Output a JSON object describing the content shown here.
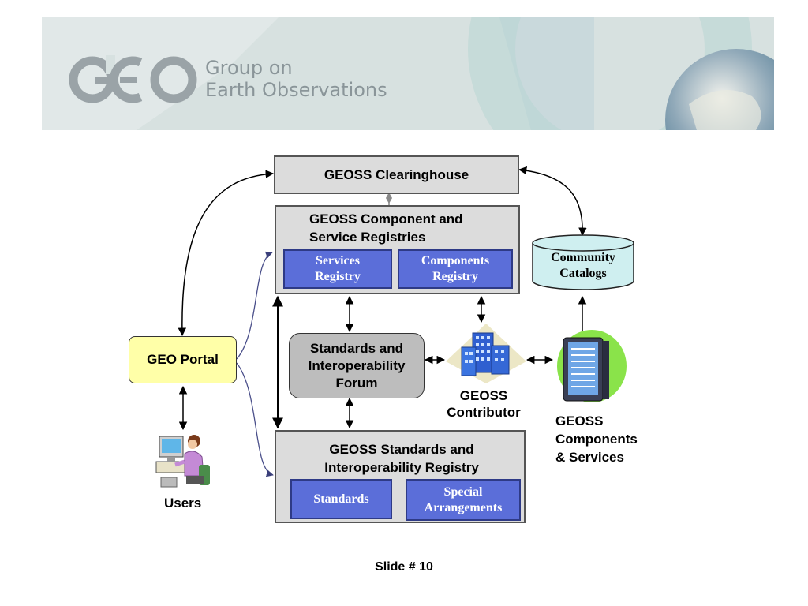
{
  "banner": {
    "org_line1": "Group on",
    "org_line2": "Earth Observations"
  },
  "clearinghouse": {
    "label": "GEOSS Clearinghouse"
  },
  "registries": {
    "title_line1": "GEOSS Component and",
    "title_line2": "Service Registries",
    "services_line1": "Services",
    "services_line2": "Registry",
    "components_line1": "Components",
    "components_line2": "Registry"
  },
  "catalogs": {
    "line1": "Community",
    "line2": "Catalogs"
  },
  "portal": {
    "label": "GEO Portal"
  },
  "forum": {
    "line1": "Standards and",
    "line2": "Interoperability",
    "line3": "Forum"
  },
  "contributor": {
    "line1": "GEOSS",
    "line2": "Contributor"
  },
  "components_services": {
    "line1": "GEOSS",
    "line2": "Components",
    "line3": "& Services"
  },
  "users": {
    "label": "Users"
  },
  "standards_registry": {
    "title_line1": "GEOSS Standards and",
    "title_line2": "Interoperability Registry",
    "standards": "Standards",
    "special_line1": "Special",
    "special_line2": "Arrangements"
  },
  "footer": {
    "slide_label": "Slide # 10"
  },
  "colors": {
    "box_grey": "#dcdcdc",
    "registry_blue": "#5b6ed9",
    "portal_yellow": "#ffffa8",
    "catalog_cyan": "#cfeff0",
    "server_green": "#8ae34a"
  }
}
